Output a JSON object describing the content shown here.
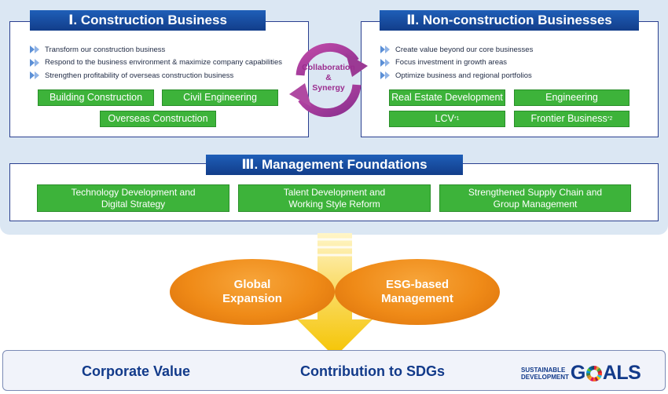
{
  "construction": {
    "title": "Ⅰ. Construction Business",
    "bullets": [
      "Transform our construction business",
      "Respond to the business environment & maximize company capabilities",
      "Strengthen profitability of overseas construction business"
    ],
    "buttons": [
      "Building Construction",
      "Civil Engineering",
      "Overseas Construction"
    ]
  },
  "non_construction": {
    "title": "Ⅱ. Non-construction Businesses",
    "bullets": [
      "Create value beyond our core businesses",
      "Focus investment in growth areas",
      "Optimize business and regional portfolios"
    ],
    "buttons": [
      "Real Estate Development",
      "Engineering",
      "LCV",
      "Frontier Business"
    ],
    "footnote_marks": [
      "*1",
      "*2"
    ]
  },
  "synergy": {
    "line1": "Collaboration",
    "line2": "&",
    "line3": "Synergy"
  },
  "management": {
    "title": "Ⅲ. Management Foundations",
    "items": [
      {
        "line1": "Technology Development and",
        "line2": "Digital Strategy"
      },
      {
        "line1": "Talent Development and",
        "line2": "Working Style Reform"
      },
      {
        "line1": "Strengthened Supply Chain and",
        "line2": "Group Management"
      }
    ]
  },
  "ellipses": [
    {
      "line1": "Global",
      "line2": "Expansion"
    },
    {
      "line1": "ESG-based",
      "line2": "Management"
    }
  ],
  "outcomes": {
    "corporate_value": "Corporate Value",
    "sdgs": "Contribution to SDGs",
    "sdg_logo": {
      "line1": "SUSTAINABLE",
      "line2": "DEVELOPMENT",
      "goals_g": "G",
      "goals_rest": "ALS"
    }
  },
  "colors": {
    "navy": "#123d8a",
    "green": "#3db33a",
    "orange": "#ef8a17",
    "purple": "#9b2d8f",
    "yellow": "#f7c400",
    "panel": "#dbe7f3"
  }
}
